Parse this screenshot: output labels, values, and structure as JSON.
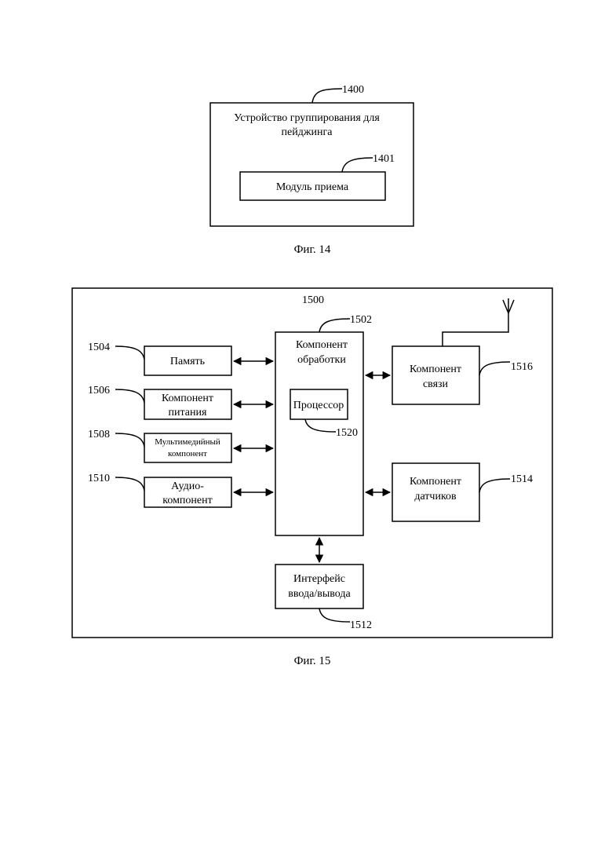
{
  "fig14": {
    "ref_device": "1400",
    "device_title_line1": "Устройство группирования для",
    "device_title_line2": "пейджинга",
    "ref_module": "1401",
    "module_label": "Модуль приема",
    "caption": "Фиг. 14"
  },
  "fig15": {
    "ref_device": "1500",
    "processing": {
      "ref": "1502",
      "line1": "Компонент",
      "line2": "обработки"
    },
    "processor": {
      "ref": "1520",
      "label": "Процессор"
    },
    "memory": {
      "ref": "1504",
      "label": "Память"
    },
    "power": {
      "ref": "1506",
      "line1": "Компонент",
      "line2": "питания"
    },
    "multimedia": {
      "ref": "1508",
      "line1": "Мультимедийный",
      "line2": "компонент"
    },
    "audio": {
      "ref": "1510",
      "line1": "Аудио-",
      "line2": "компонент"
    },
    "communication": {
      "ref": "1516",
      "line1": "Компонент",
      "line2": "связи"
    },
    "sensor": {
      "ref": "1514",
      "line1": "Компонент",
      "line2": "датчиков"
    },
    "io": {
      "ref": "1512",
      "line1": "Интерфейс",
      "line2": "ввода/вывода"
    },
    "caption": "Фиг. 15"
  }
}
